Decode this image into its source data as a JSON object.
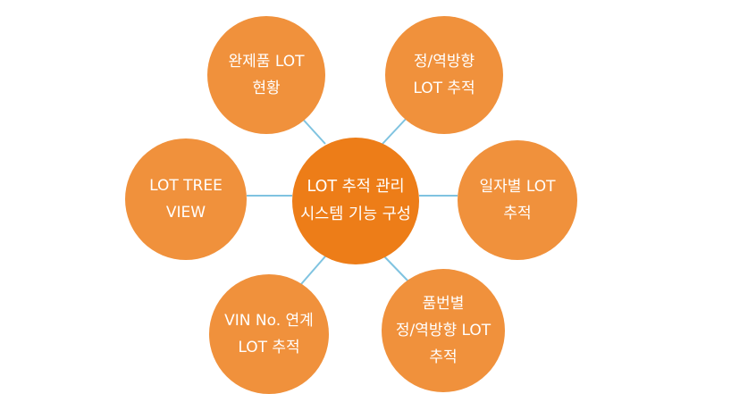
{
  "diagram": {
    "center": {
      "lines": [
        "LOT 추적 관리",
        "시스템 기능 구성"
      ]
    },
    "nodes": {
      "top_left": {
        "lines": [
          "완제품 LOT",
          "현황"
        ]
      },
      "top_right": {
        "lines": [
          "정/역방향",
          "LOT 추적"
        ]
      },
      "left": {
        "lines": [
          "LOT TREE",
          "VIEW"
        ]
      },
      "right": {
        "lines": [
          "일자별 LOT",
          "추적"
        ]
      },
      "bottom_left": {
        "lines": [
          "VIN No. 연계",
          "LOT 추적"
        ]
      },
      "bottom_right": {
        "lines": [
          "품번별",
          "정/역방향 LOT",
          "추적"
        ]
      }
    },
    "colors": {
      "center_fill": "#ed7d18",
      "node_fill": "#f0913c",
      "connector": "#7fc3e0",
      "text": "#ffffff"
    }
  }
}
